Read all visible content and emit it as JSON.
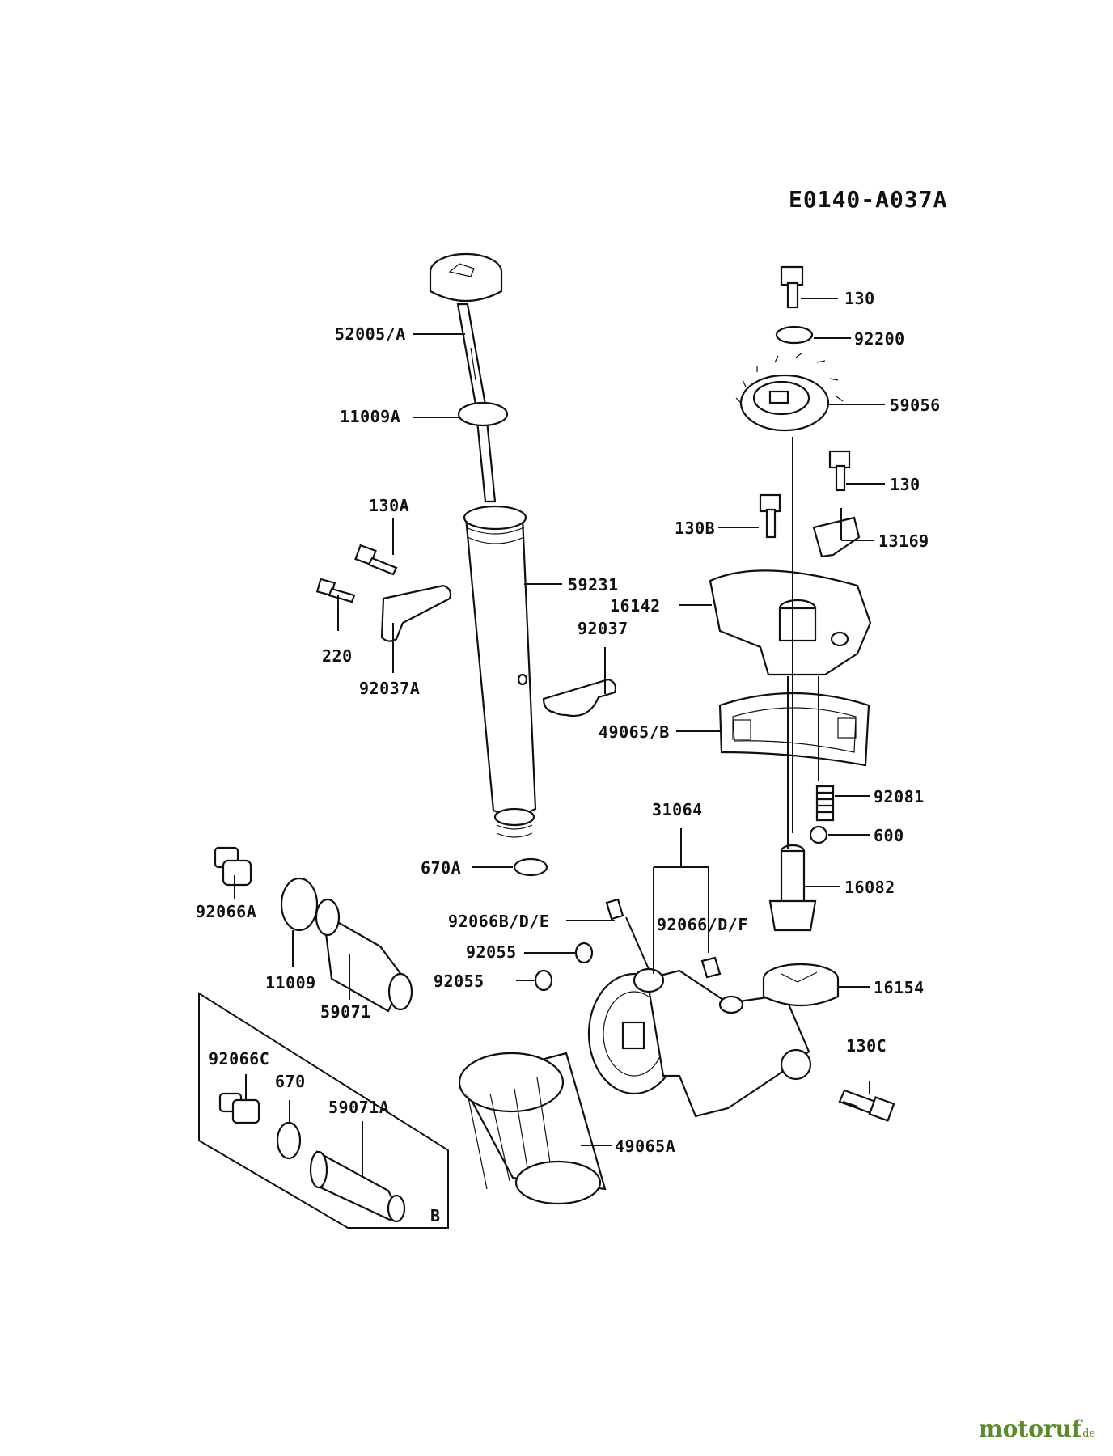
{
  "diagram_code": "E0140-A037A",
  "labels": {
    "l52005A": "52005/A",
    "l11009A": "11009A",
    "l130A": "130A",
    "l220": "220",
    "l92037A": "92037A",
    "l59231": "59231",
    "l92037": "92037",
    "l670A": "670A",
    "l92066A": "92066A",
    "l11009": "11009",
    "l59071": "59071",
    "l92066C": "92066C",
    "l670": "670",
    "l59071A": "59071A",
    "lB": "B",
    "l49065A": "49065A",
    "l92066BDE": "92066B/D/E",
    "l92055a": "92055",
    "l92055b": "92055",
    "l31064": "31064",
    "l92066DF": "92066/D/F",
    "l130a": "130",
    "l92200": "92200",
    "l59056": "59056",
    "l130b": "130",
    "l130B": "130B",
    "l13169": "13169",
    "l16142": "16142",
    "l49065B": "49065/B",
    "l92081": "92081",
    "l600": "600",
    "l16082": "16082",
    "l16154": "16154",
    "l130C": "130C"
  },
  "watermark": {
    "brand": "motoruf",
    "suffix": ".de"
  }
}
